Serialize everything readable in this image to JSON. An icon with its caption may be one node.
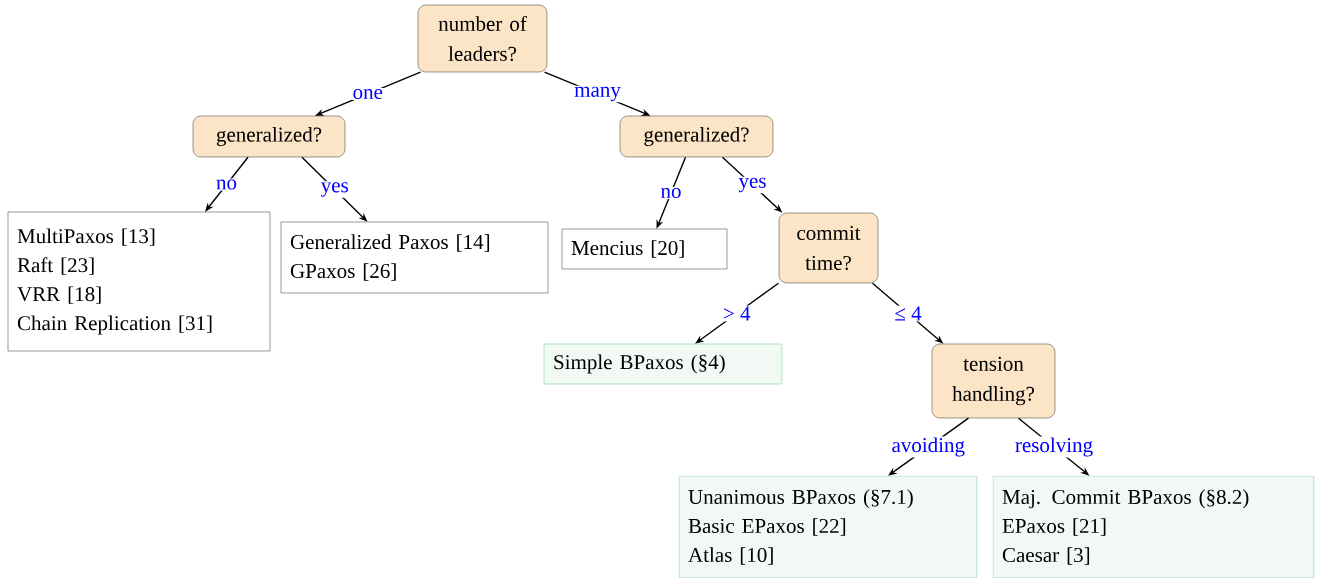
{
  "diagram": {
    "nodes": [
      {
        "text": [
          "number of leaders?"
        ]
      },
      {
        "text": [
          "generalized?"
        ]
      },
      {
        "text": [
          "MultiPaxos [13]",
          "Raft [23]",
          "VRR [18]",
          "Chain Replication [31]"
        ]
      },
      {
        "text": [
          "Generalized Paxos [14]",
          "GPaxos [26]"
        ]
      },
      {
        "text": [
          "generalized?"
        ]
      },
      {
        "text": [
          "Mencius [20]"
        ]
      },
      {
        "text": [
          "commit time?"
        ]
      },
      {
        "text": [
          "Simple BPaxos (§4)"
        ]
      },
      {
        "text": [
          "tension handling?"
        ]
      },
      {
        "text": [
          "Unanimous BPaxos (§7.1)",
          "Basic EPaxos [22]",
          "Atlas [10]"
        ]
      },
      {
        "text": [
          "Maj. Commit BPaxos (§8.2)",
          "EPaxos [21]",
          "Caesar [3]"
        ]
      }
    ],
    "edges": [
      {
        "from": 0,
        "to": 1,
        "arrow": "to",
        "label": "one"
      },
      {
        "from": 0,
        "to": 4,
        "arrow": "to",
        "label": "many"
      },
      {
        "from": 1,
        "to": 2,
        "arrow": "to",
        "label": "no"
      },
      {
        "from": 1,
        "to": 3,
        "arrow": "to",
        "label": "yes"
      },
      {
        "from": 4,
        "to": 5,
        "arrow": "to",
        "label": "no"
      },
      {
        "from": 4,
        "to": 6,
        "arrow": "to",
        "label": "yes"
      },
      {
        "from": 6,
        "to": 7,
        "arrow": "to",
        "label": "> 4"
      },
      {
        "from": 6,
        "to": 8,
        "arrow": "to",
        "label": "≤ 4"
      },
      {
        "from": 8,
        "to": 9,
        "arrow": "to",
        "label": "avoiding"
      },
      {
        "from": 8,
        "to": 10,
        "arrow": "to",
        "label": "resolving"
      }
    ]
  }
}
